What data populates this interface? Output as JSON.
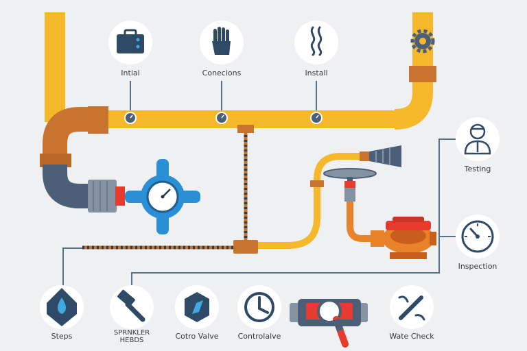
{
  "colors": {
    "background": "#eef0f2",
    "pipe_yellow": "#f5b82a",
    "pipe_orange": "#c8742f",
    "pipe_navy": "#4b5f78",
    "gauge_blue": "#2b8fd6",
    "accent_red": "#e63b2e",
    "line_slate": "#58708a",
    "icon_navy": "#2f4a66"
  },
  "top_stages": [
    {
      "label": "Intial",
      "icon": "toolbox-icon"
    },
    {
      "label": "Conecions",
      "icon": "glove-icon"
    },
    {
      "label": "Install",
      "icon": "steam-icon"
    }
  ],
  "side_stages": [
    {
      "label": "Testing",
      "icon": "inspector-icon"
    },
    {
      "label": "Inspection",
      "icon": "gauge-icon"
    }
  ],
  "bottom_stages": [
    {
      "label": "Steps",
      "icon": "water-drop-icon"
    },
    {
      "label": "SPRNKLER\nHEBDS",
      "icon": "hammer-icon"
    },
    {
      "label": "Cotro Valve",
      "icon": "compass-icon"
    },
    {
      "label": "Controlalve",
      "icon": "clock-icon"
    },
    {
      "label": "",
      "icon": "magnifier-valve-icon"
    },
    {
      "label": "Wate Check",
      "icon": "wrench-icon"
    }
  ]
}
